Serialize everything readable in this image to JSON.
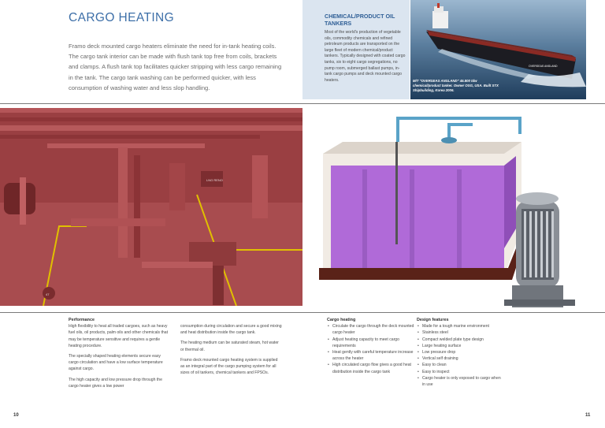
{
  "page": {
    "title": "CARGO HEATING",
    "lead": "Framo deck mounted cargo heaters eliminate the need for in-tank heating coils. The cargo tank interior can be made with flush tank top free from coils, brackets and clamps. A flush tank top facilitates quicker stripping with less cargo remaining in the tank. The cargo tank washing can be performed quicker, with less consumption of washing water and less slop handling.",
    "page_left": "10",
    "page_right": "11"
  },
  "sidebar": {
    "title": "CHEMICAL/PRODUCT OIL TANKERS",
    "body": "Most of the world's production of vegetable oils, commodity chemicals and refined petroleum products are transported on the large fleet of modern chemical/product tankers. Typically designed with coated cargo tanks, six to eight cargo segregations, no pump room, submerged ballast pumps, in-tank cargo pumps and deck mounted cargo heaters."
  },
  "photo": {
    "caption": "M/T \"OVERSEAS ANSLAND\" 45.800 tdw chemical/product tanker. Owner OSG, USA. Built STX Shipbuilding, Korea 2006.",
    "hull_name": "OVERSEAS ANSLAND"
  },
  "deck_labels": [
    "LNG RENO",
    "47"
  ],
  "performance": {
    "heading": "Performance",
    "p1": "High flexibility to heat all traded cargoes, such as heavy fuel oils, oil products, palm oils and other chemicals that may be temperature sensitive and requires a gentle heating procedure.",
    "p2": "The specially shaped heating elements secure easy cargo circulation and have a low surface temperature against cargo.",
    "p3": "The high capacity and low pressure drop through the cargo heater gives a low power",
    "p4": "consumption during circulation and secure a good mixing and heat distribution inside the cargo tank.",
    "p5": "The heating medium can be saturated steam, hot water or thermal oil.",
    "p6": "Framo deck mounted cargo heating system is supplied as an integral part of the cargo pumping system for all sizes of oil tankers, chemical tankers and FPSOs."
  },
  "cargo_heating": {
    "heading": "Cargo heating",
    "items": [
      "Circulate the cargo through the deck mounted cargo heater",
      "Adjust heating capacity to meet cargo requirements",
      "Heat gently with careful temperature increase across the heater",
      "High circulated cargo flow gives a good heat distribution inside the cargo tank"
    ]
  },
  "design_features": {
    "heading": "Design features",
    "items": [
      "Made for a tough marine environment",
      "Stainless steel",
      "Compact welded plate type design",
      "Large heating surface",
      "Low pressure drop",
      "Vertical self draining",
      "Easy to clean",
      "Easy to inspect",
      "Cargo heater is only exposed to cargo when in use"
    ]
  },
  "colors": {
    "title_blue": "#3d6fa8",
    "sidebar_bg": "#dbe5f0",
    "deck_red": "#a8484a",
    "tank_purple": "#b06ad8"
  }
}
